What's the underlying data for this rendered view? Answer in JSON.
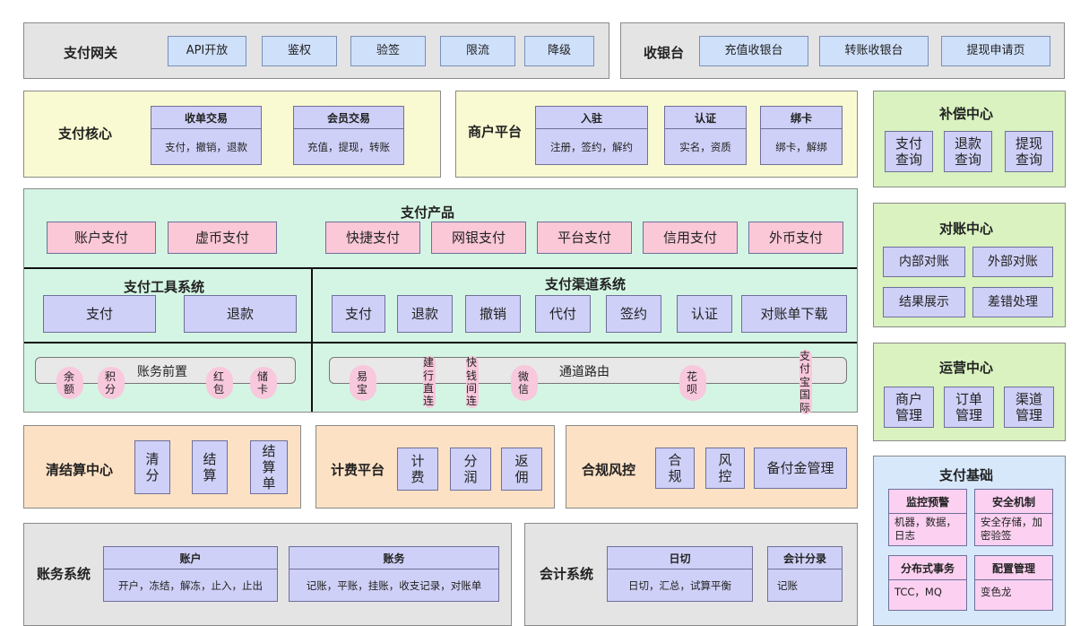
{
  "gateway": {
    "title": "支付网关",
    "items": [
      "API开放",
      "鉴权",
      "验签",
      "限流",
      "降级"
    ]
  },
  "cashier": {
    "title": "收银台",
    "items": [
      "充值收银台",
      "转账收银台",
      "提现申请页"
    ]
  },
  "core": {
    "title": "支付核心",
    "cards": [
      {
        "head": "收单交易",
        "body": "支付，撤销，退款"
      },
      {
        "head": "会员交易",
        "body": "充值，提现，转账"
      }
    ]
  },
  "merchant": {
    "title": "商户平台",
    "cards": [
      {
        "head": "入驻",
        "body": "注册，签约，解约"
      },
      {
        "head": "认证",
        "body": "实名，资质"
      },
      {
        "head": "绑卡",
        "body": "绑卡，解绑"
      }
    ]
  },
  "compensation": {
    "title": "补偿中心",
    "items": [
      "支付查询",
      "退款查询",
      "提现查询"
    ]
  },
  "reconciliation": {
    "title": "对账中心",
    "items": [
      "内部对账",
      "外部对账",
      "结果展示",
      "差错处理"
    ]
  },
  "operations": {
    "title": "运营中心",
    "items": [
      "商户管理",
      "订单管理",
      "渠道管理"
    ]
  },
  "products": {
    "title": "支付产品",
    "items": [
      "账户支付",
      "虚币支付",
      "快捷支付",
      "网银支付",
      "平台支付",
      "信用支付",
      "外币支付"
    ]
  },
  "tools": {
    "title": "支付工具系统",
    "items": [
      "支付",
      "退款"
    ]
  },
  "channel": {
    "title": "支付渠道系统",
    "items": [
      "支付",
      "退款",
      "撤销",
      "代付",
      "签约",
      "认证",
      "对账单下载"
    ]
  },
  "prepay": {
    "label": "账务前置",
    "items": [
      "余额",
      "积分",
      "红包",
      "储卡"
    ]
  },
  "routing": {
    "label": "通道路由",
    "items": [
      "易宝",
      "建行直连",
      "快钱间连",
      "微信",
      "花呗",
      "支付宝国际"
    ]
  },
  "settlement": {
    "title": "清结算中心",
    "items": [
      "清分",
      "结算",
      "结算单"
    ]
  },
  "billing": {
    "title": "计费平台",
    "items": [
      "计费",
      "分润",
      "返佣"
    ]
  },
  "compliance": {
    "title": "合规风控",
    "items": [
      "合规",
      "风控",
      "备付金管理"
    ]
  },
  "accounts": {
    "title": "账务系统",
    "cards": [
      {
        "head": "账户",
        "body": "开户，冻结，解冻，止入，止出"
      },
      {
        "head": "账务",
        "body": "记账，平账，挂账，收支记录，对账单"
      }
    ]
  },
  "accounting": {
    "title": "会计系统",
    "cards": [
      {
        "head": "日切",
        "body": "日切，汇总，试算平衡"
      },
      {
        "head": "会计分录",
        "body": "记账"
      }
    ]
  },
  "foundation": {
    "title": "支付基础",
    "cards": [
      {
        "head": "监控预警",
        "body": "机器，数据，日志"
      },
      {
        "head": "安全机制",
        "body": "安全存储，加密验签"
      },
      {
        "head": "分布式事务",
        "body": "TCC，MQ"
      },
      {
        "head": "配置管理",
        "body": "变色龙"
      }
    ]
  }
}
